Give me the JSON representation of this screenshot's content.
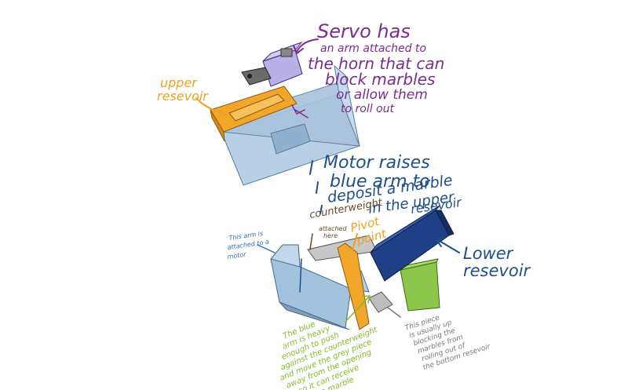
{
  "annotations": {
    "servo": [
      "Servo has",
      "an arm attached to",
      "the horn that can",
      "block marbles",
      "or allow them",
      "to roll out"
    ],
    "upper_reservoir": [
      "upper",
      "resevoir"
    ],
    "motor": [
      "Motor raises",
      "blue arm to",
      "deposit a marble",
      "in the upper",
      "resevoir"
    ],
    "counterweight": [
      "counterweight",
      "attached",
      "here"
    ],
    "pivot": [
      "Pivot",
      "point"
    ],
    "arm_motor": [
      "This arm is",
      "attached to a",
      "motor"
    ],
    "lower_reservoir": [
      "Lower",
      "resevoir"
    ],
    "blue_arm": [
      "The blue",
      "arm is heavy",
      "enough to push",
      "against the counterweight",
      "and move the grey piece",
      "away from the opening",
      "so it can receive",
      "a marble"
    ],
    "blocking_piece": [
      "This piece",
      "is usually up",
      "blocking the",
      "marbles from",
      "rolling out of",
      "the bottom resevoir"
    ]
  },
  "colors": {
    "purple": "#7b2d8e",
    "orange": "#f0a020",
    "navy": "#1f4e8c",
    "green": "#8ab82a",
    "gray": "#7a7a7a",
    "brown": "#6b4a2b",
    "blue_label": "#2f6fb5"
  }
}
